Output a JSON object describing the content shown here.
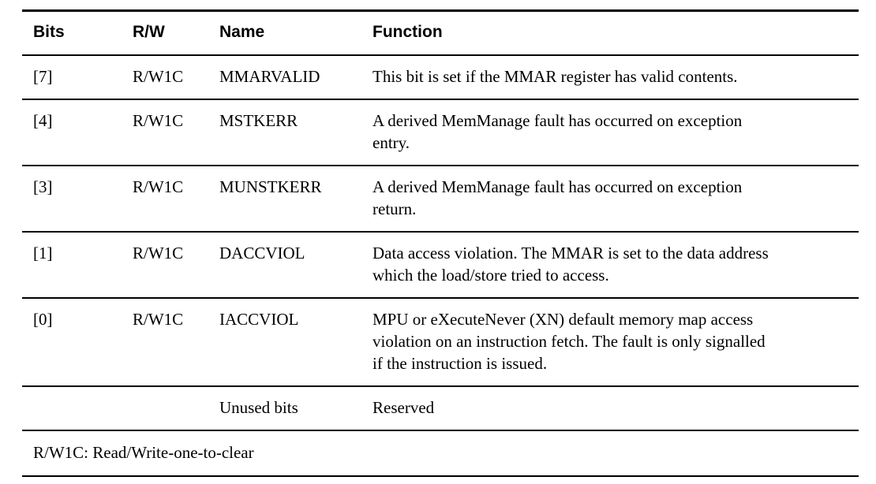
{
  "table": {
    "columns": [
      {
        "key": "bits",
        "label": "Bits"
      },
      {
        "key": "rw",
        "label": "R/W"
      },
      {
        "key": "name",
        "label": "Name"
      },
      {
        "key": "function",
        "label": "Function"
      }
    ],
    "rows": [
      {
        "bits": "[7]",
        "rw": "R/W1C",
        "name": "MMARVALID",
        "function_lines": [
          "This bit is set if the MMAR register has valid contents."
        ]
      },
      {
        "bits": "[4]",
        "rw": "R/W1C",
        "name": "MSTKERR",
        "function_lines": [
          "A derived MemManage fault has occurred on exception",
          "entry."
        ]
      },
      {
        "bits": "[3]",
        "rw": "R/W1C",
        "name": "MUNSTKERR",
        "function_lines": [
          "A derived MemManage fault has occurred on exception",
          "return."
        ]
      },
      {
        "bits": "[1]",
        "rw": "R/W1C",
        "name": "DACCVIOL",
        "function_lines": [
          "Data access violation. The MMAR is set to the data address",
          "which the load/store tried to access."
        ]
      },
      {
        "bits": "[0]",
        "rw": "R/W1C",
        "name": "IACCVIOL",
        "function_lines": [
          "MPU or eXecuteNever (XN) default memory map access",
          "violation on an instruction fetch. The fault is only signalled",
          "if the instruction is issued."
        ]
      },
      {
        "bits": "",
        "rw": "",
        "name": "Unused bits",
        "function_lines": [
          "Reserved"
        ]
      }
    ],
    "footnote": "R/W1C: Read/Write-one-to-clear"
  },
  "colors": {
    "text": "#000000",
    "rule": "#000000",
    "background": "#ffffff"
  }
}
